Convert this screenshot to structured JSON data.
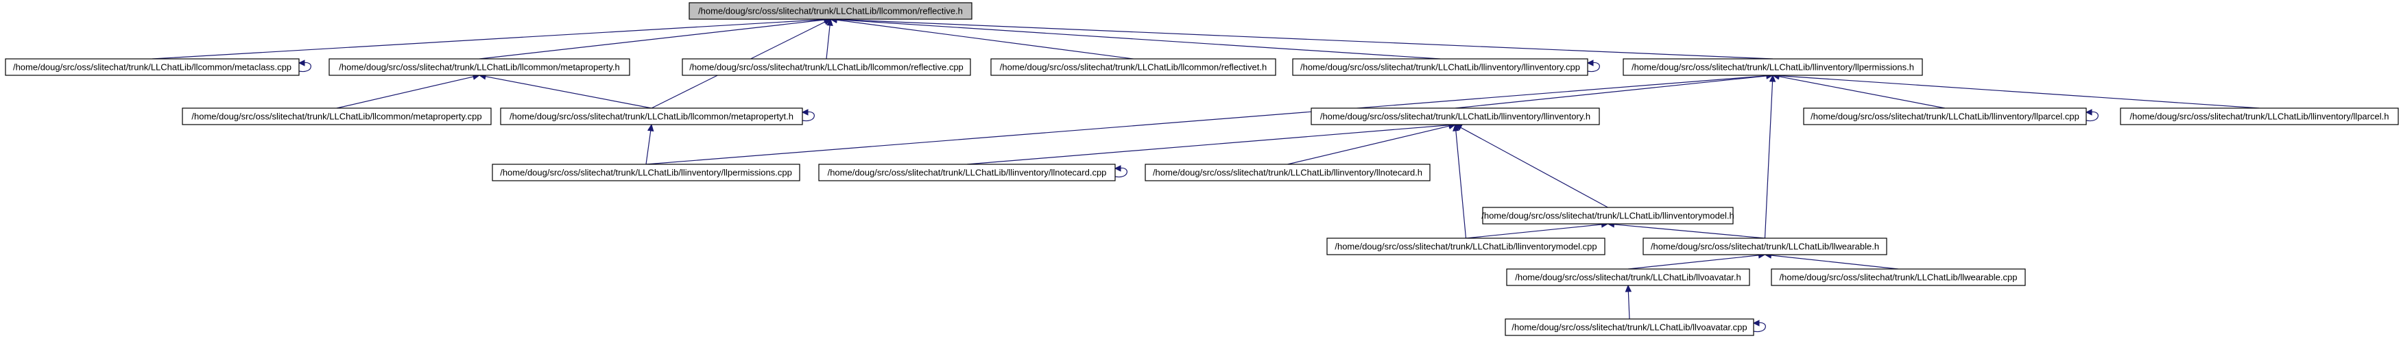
{
  "nodes": [
    {
      "id": "reflective_h",
      "label": "/home/doug/src/oss/slitechat/trunk/LLChatLib/llcommon/reflective.h",
      "root": true
    },
    {
      "id": "metaclass_cpp",
      "label": "/home/doug/src/oss/slitechat/trunk/LLChatLib/llcommon/metaclass.cpp"
    },
    {
      "id": "metaproperty_h",
      "label": "/home/doug/src/oss/slitechat/trunk/LLChatLib/llcommon/metaproperty.h"
    },
    {
      "id": "reflective_cpp",
      "label": "/home/doug/src/oss/slitechat/trunk/LLChatLib/llcommon/reflective.cpp"
    },
    {
      "id": "reflectivet_h",
      "label": "/home/doug/src/oss/slitechat/trunk/LLChatLib/llcommon/reflectivet.h"
    },
    {
      "id": "llinventory_cpp",
      "label": "/home/doug/src/oss/slitechat/trunk/LLChatLib/llinventory/llinventory.cpp"
    },
    {
      "id": "llpermissions_h",
      "label": "/home/doug/src/oss/slitechat/trunk/LLChatLib/llinventory/llpermissions.h"
    },
    {
      "id": "metaproperty_cpp",
      "label": "/home/doug/src/oss/slitechat/trunk/LLChatLib/llcommon/metaproperty.cpp"
    },
    {
      "id": "metapropertyt_h",
      "label": "/home/doug/src/oss/slitechat/trunk/LLChatLib/llcommon/metapropertyt.h"
    },
    {
      "id": "llinventory_h",
      "label": "/home/doug/src/oss/slitechat/trunk/LLChatLib/llinventory/llinventory.h"
    },
    {
      "id": "llparcel_cpp",
      "label": "/home/doug/src/oss/slitechat/trunk/LLChatLib/llinventory/llparcel.cpp"
    },
    {
      "id": "llparcel_h",
      "label": "/home/doug/src/oss/slitechat/trunk/LLChatLib/llinventory/llparcel.h"
    },
    {
      "id": "llpermissions_cpp",
      "label": "/home/doug/src/oss/slitechat/trunk/LLChatLib/llinventory/llpermissions.cpp"
    },
    {
      "id": "llnotecard_cpp",
      "label": "/home/doug/src/oss/slitechat/trunk/LLChatLib/llinventory/llnotecard.cpp"
    },
    {
      "id": "llnotecard_h",
      "label": "/home/doug/src/oss/slitechat/trunk/LLChatLib/llinventory/llnotecard.h"
    },
    {
      "id": "llinventorymodel_h",
      "label": "/home/doug/src/oss/slitechat/trunk/LLChatLib/llinventorymodel.h"
    },
    {
      "id": "llinventorymodel_cpp",
      "label": "/home/doug/src/oss/slitechat/trunk/LLChatLib/llinventorymodel.cpp"
    },
    {
      "id": "llwearable_h",
      "label": "/home/doug/src/oss/slitechat/trunk/LLChatLib/llwearable.h"
    },
    {
      "id": "llvoavatar_h",
      "label": "/home/doug/src/oss/slitechat/trunk/LLChatLib/llvoavatar.h"
    },
    {
      "id": "llwearable_cpp",
      "label": "/home/doug/src/oss/slitechat/trunk/LLChatLib/llwearable.cpp"
    },
    {
      "id": "llvoavatar_cpp",
      "label": "/home/doug/src/oss/slitechat/trunk/LLChatLib/llvoavatar.cpp"
    }
  ],
  "edges": [
    {
      "from": "metaclass_cpp",
      "to": "reflective_h"
    },
    {
      "from": "metaproperty_h",
      "to": "reflective_h"
    },
    {
      "from": "reflective_cpp",
      "to": "reflective_h"
    },
    {
      "from": "reflectivet_h",
      "to": "reflective_h"
    },
    {
      "from": "llinventory_cpp",
      "to": "reflective_h"
    },
    {
      "from": "llpermissions_h",
      "to": "reflective_h"
    },
    {
      "from": "metapropertyt_h",
      "to": "reflective_h"
    },
    {
      "from": "metaproperty_cpp",
      "to": "metaproperty_h"
    },
    {
      "from": "metapropertyt_h",
      "to": "metaproperty_h"
    },
    {
      "from": "llpermissions_cpp",
      "to": "metapropertyt_h"
    },
    {
      "from": "llpermissions_cpp",
      "to": "llpermissions_h"
    },
    {
      "from": "llinventory_h",
      "to": "llpermissions_h"
    },
    {
      "from": "llparcel_cpp",
      "to": "llpermissions_h"
    },
    {
      "from": "llparcel_h",
      "to": "llpermissions_h"
    },
    {
      "from": "llwearable_h",
      "to": "llpermissions_h"
    },
    {
      "from": "llnotecard_cpp",
      "to": "llinventory_h"
    },
    {
      "from": "llnotecard_h",
      "to": "llinventory_h"
    },
    {
      "from": "llinventorymodel_h",
      "to": "llinventory_h"
    },
    {
      "from": "llinventorymodel_cpp",
      "to": "llinventory_h"
    },
    {
      "from": "llinventorymodel_cpp",
      "to": "llinventorymodel_h"
    },
    {
      "from": "llwearable_h",
      "to": "llinventorymodel_h"
    },
    {
      "from": "llvoavatar_h",
      "to": "llwearable_h"
    },
    {
      "from": "llwearable_cpp",
      "to": "llwearable_h"
    },
    {
      "from": "llvoavatar_cpp",
      "to": "llvoavatar_h"
    }
  ],
  "self_loops": [
    "metaclass_cpp",
    "metapropertyt_h",
    "llinventory_cpp",
    "llparcel_cpp",
    "llnotecard_cpp",
    "llvoavatar_cpp"
  ],
  "colors": {
    "edge": "#191970",
    "root_fill": "#bfbfbf",
    "node_fill": "#ffffff",
    "border": "#000000"
  }
}
